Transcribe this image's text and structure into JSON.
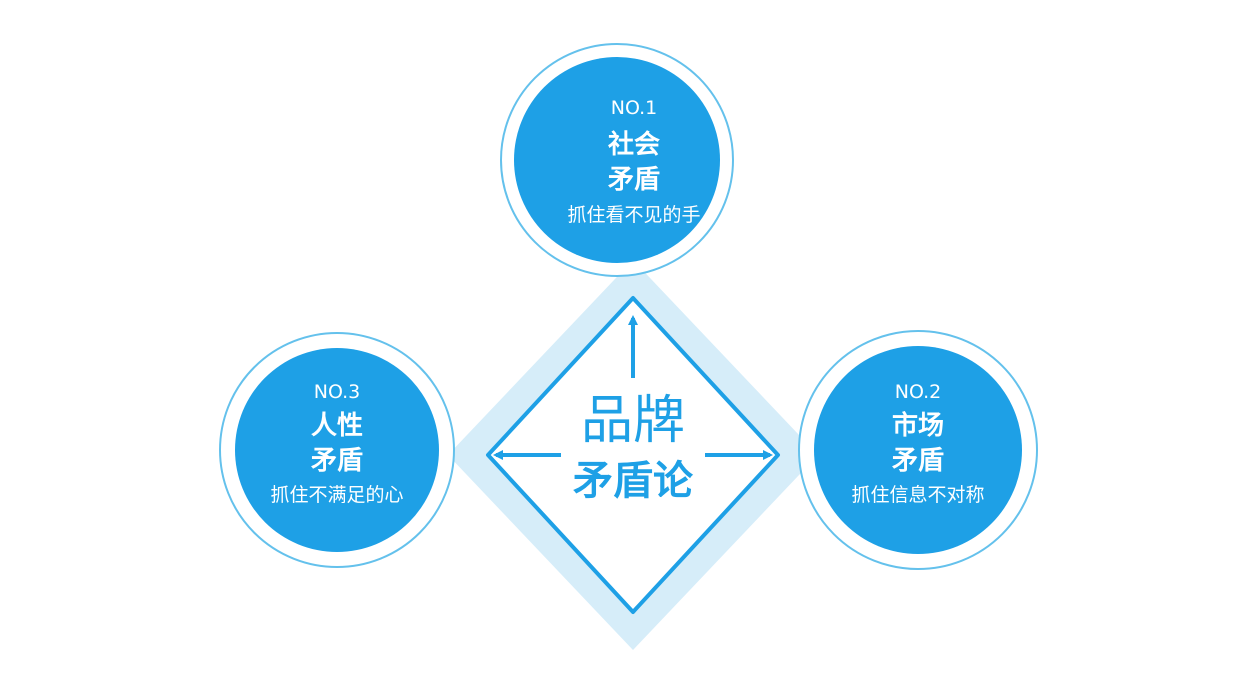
{
  "colors": {
    "primary": "#1ea0e6",
    "ring": "#64c1ec",
    "light_fill": "#d6edf9",
    "white": "#ffffff"
  },
  "center": {
    "title_line1": "品牌",
    "title_line2": "矛盾论"
  },
  "nodes": [
    {
      "id": "top",
      "number": "NO.1",
      "title_line1": "社会",
      "title_line2": "矛盾",
      "description": "抓住看不见的手"
    },
    {
      "id": "right",
      "number": "NO.2",
      "title_line1": "市场",
      "title_line2": "矛盾",
      "description": "抓住信息不对称"
    },
    {
      "id": "left",
      "number": "NO.3",
      "title_line1": "人性",
      "title_line2": "矛盾",
      "description": "抓住不满足的心"
    }
  ]
}
